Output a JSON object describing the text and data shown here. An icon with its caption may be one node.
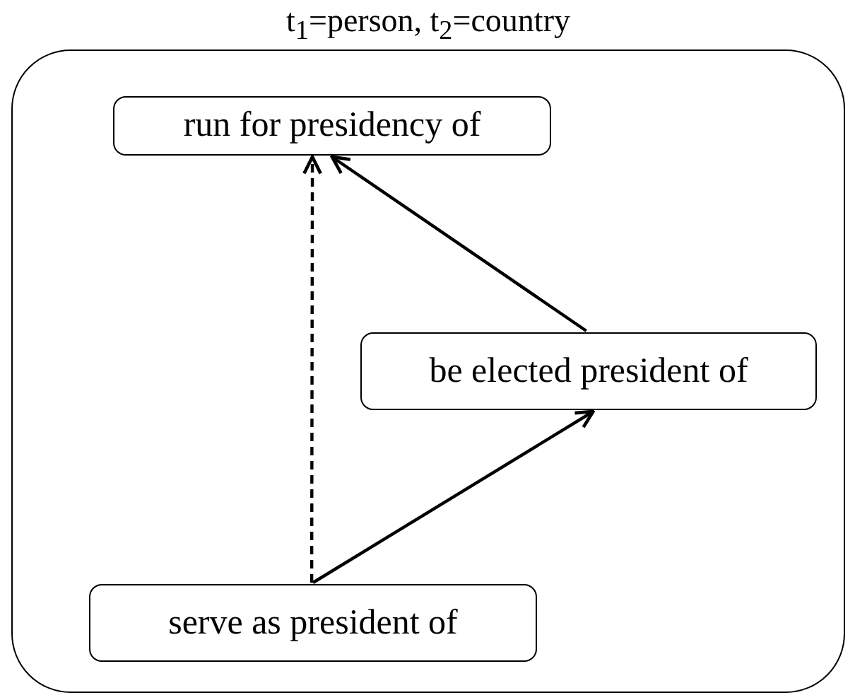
{
  "diagram": {
    "nodes": [
      {
        "text": [
          "t$_{1}$=person, t$_{2}$=country"
        ]
      },
      {
        "text": [
          "run for presidency of"
        ],
        "in": 0
      },
      {
        "text": [
          "be elected president of"
        ],
        "in": 0
      },
      {
        "text": [
          "serve as president of"
        ],
        "in": 0
      }
    ],
    "edges": [
      {
        "from": 3,
        "to": 1,
        "arrow": "to",
        "style": "dashed"
      },
      {
        "from": 3,
        "to": 2,
        "arrow": "to"
      },
      {
        "from": 2,
        "to": 1,
        "arrow": "to"
      }
    ]
  }
}
